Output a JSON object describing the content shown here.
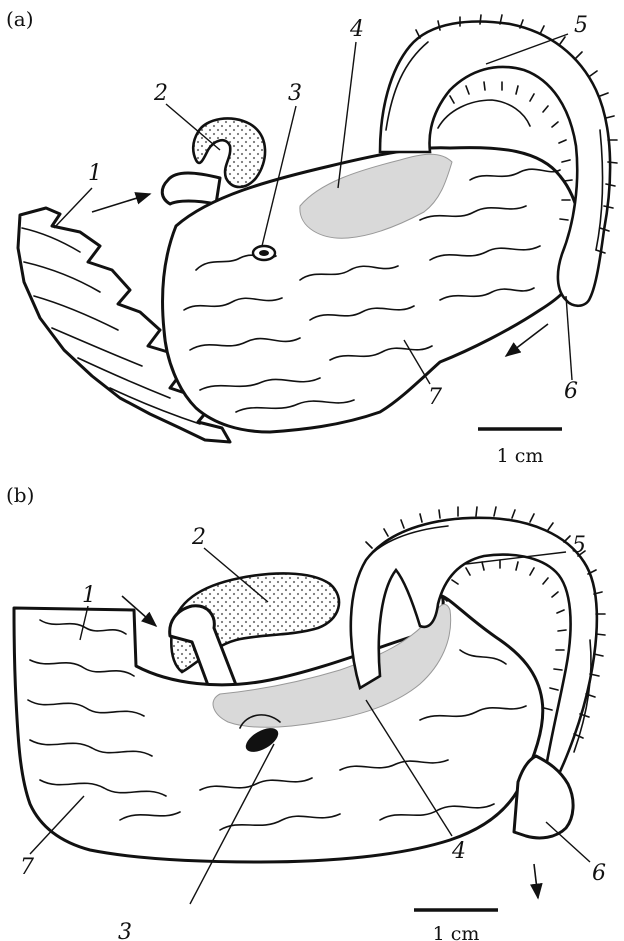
{
  "panels": [
    {
      "label": "(a)",
      "numbers": [
        "1",
        "2",
        "3",
        "4",
        "5",
        "6",
        "7"
      ],
      "scale_bar": "1 cm"
    },
    {
      "label": "(b)",
      "numbers": [
        "1",
        "2",
        "3",
        "4",
        "5",
        "6",
        "7"
      ],
      "scale_bar": "1 cm"
    }
  ],
  "colors": {
    "ink": "#111111",
    "shading": "#d9d9d9",
    "background": "#ffffff"
  }
}
